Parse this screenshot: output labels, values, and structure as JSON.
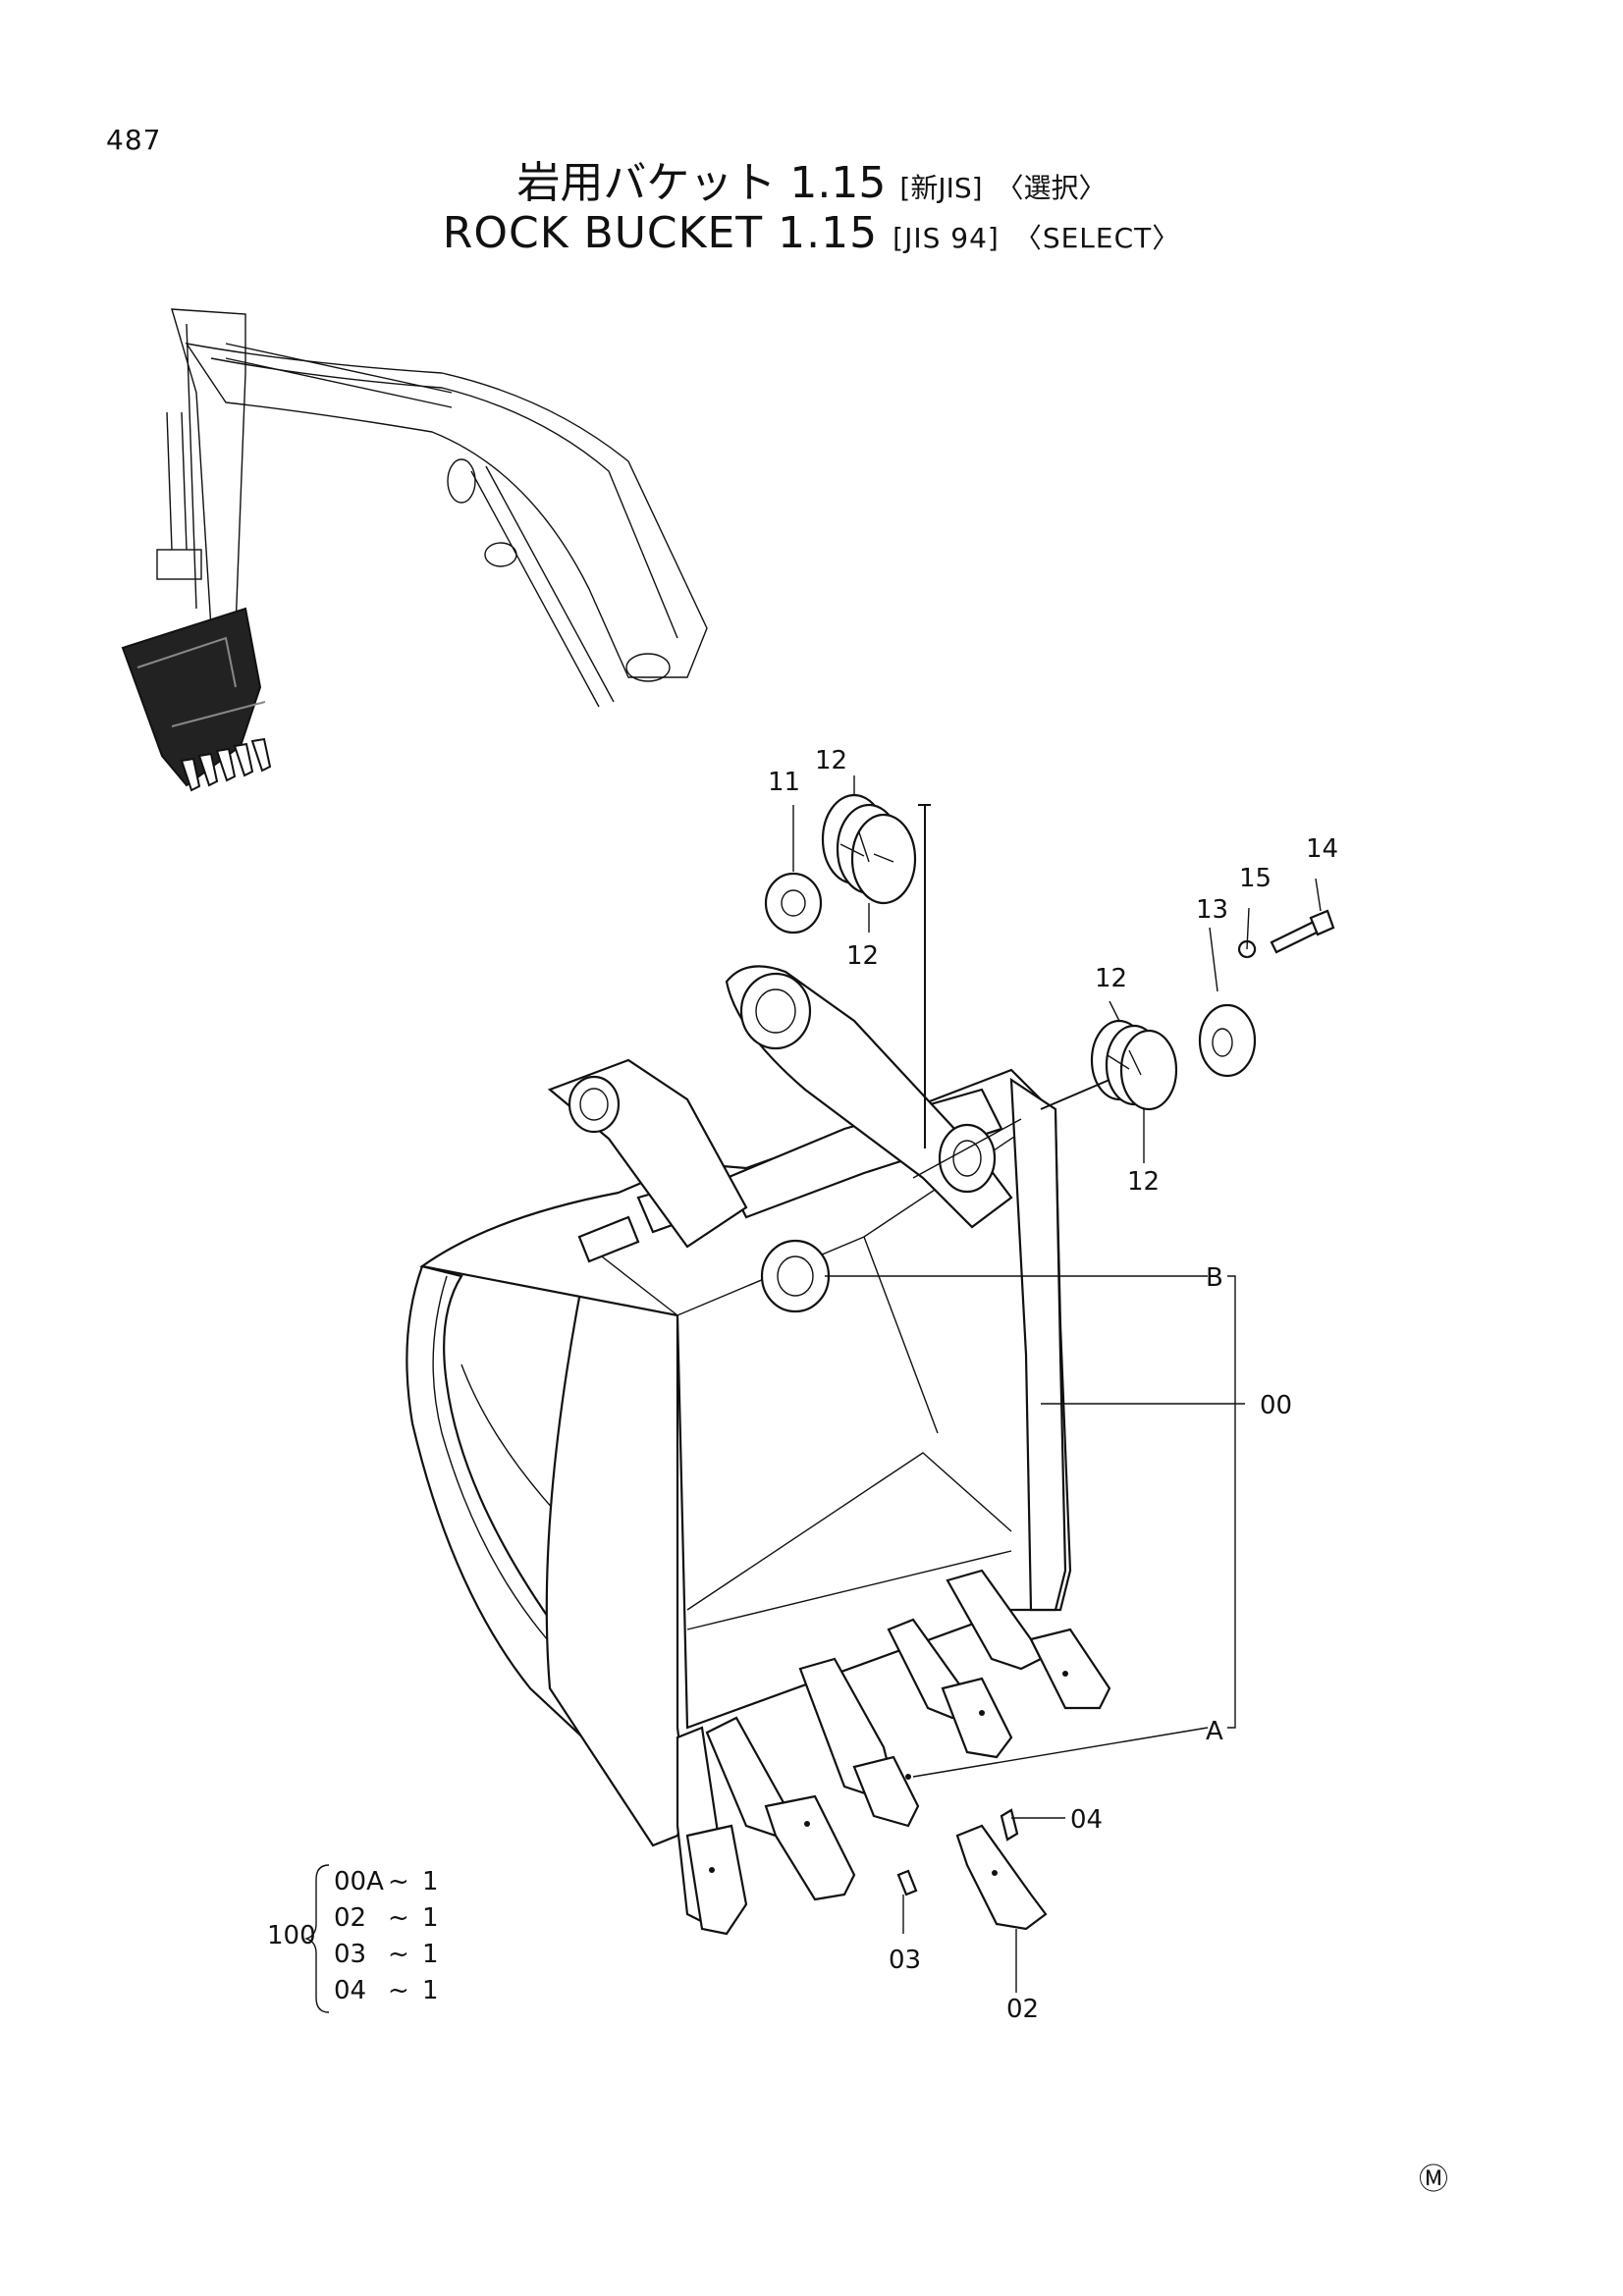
{
  "page": {
    "number": "487"
  },
  "title": {
    "ja_main": "岩用バケット 1.15",
    "ja_std": "[新JIS]",
    "ja_sel": "〈選択〉",
    "en_main": "ROCK  BUCKET 1.15",
    "en_std": "[JIS 94]",
    "en_sel": "〈SELECT〉"
  },
  "callouts": {
    "c11": "11",
    "c12_top": "12",
    "c12_mid": "12",
    "c12_right_top": "12",
    "c12_right_bot": "12",
    "c13": "13",
    "c14": "14",
    "c15": "15",
    "c00": "00",
    "cB": "B",
    "cA": "A",
    "c04": "04",
    "c03": "03",
    "c02": "02"
  },
  "kit": {
    "number": "100",
    "rows": [
      {
        "part": "00A",
        "qty": "1"
      },
      {
        "part": "02",
        "qty": "1"
      },
      {
        "part": "03",
        "qty": "1"
      },
      {
        "part": "04",
        "qty": "1"
      }
    ]
  },
  "mark": "Ⓜ"
}
